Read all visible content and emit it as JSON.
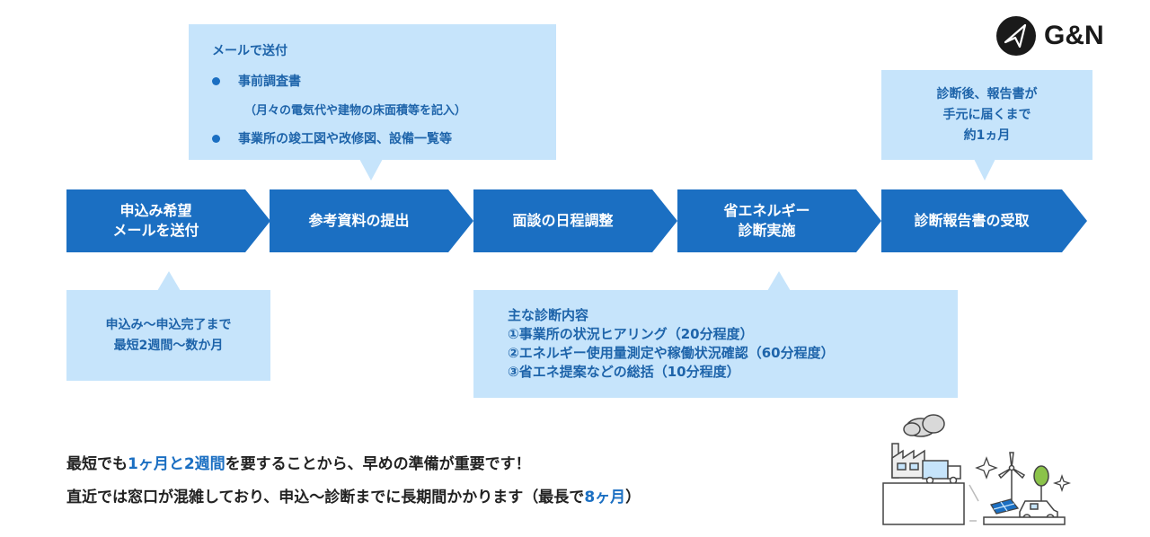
{
  "logo": {
    "text": "G&N"
  },
  "steps": [
    {
      "label_1": "申込み希望",
      "label_2": "メールを送付"
    },
    {
      "label_1": "参考資料の提出"
    },
    {
      "label_1": "面談の日程調整"
    },
    {
      "label_1": "省エネルギー",
      "label_2": "診断実施"
    },
    {
      "label_1": "診断報告書の受取"
    }
  ],
  "callouts": {
    "email": {
      "title": "メールで送付",
      "item_1": "事前調査書",
      "item_1_note": "（月々の電気代や建物の床面積等を記入）",
      "item_2": "事業所の竣工図や改修図、設備一覧等"
    },
    "apply": {
      "line_1": "申込み～申込完了まで",
      "line_2": "最短2週間～数か月"
    },
    "diagnosis": {
      "title": "主な診断内容",
      "item_1": "①事業所の状況ヒアリング（20分程度）",
      "item_2": "②エネルギー使用量測定や稼働状況確認（60分程度）",
      "item_3": "③省エネ提案などの総括（10分程度）"
    },
    "report": {
      "line_1": "診断後、報告書が",
      "line_2": "手元に届くまで",
      "line_3": "約1ヵ月"
    }
  },
  "bottom": {
    "line1_a": "最短でも",
    "line1_hl": "1ヶ月と2週間",
    "line1_b": "を要することから、早めの準備が重要です！",
    "line2_a": "直近では窓口が混雑しており、申込～診断までに長期間かかります（最長で",
    "line2_hl": "8ヶ月",
    "line2_b": "）"
  },
  "colors": {
    "primary": "#1b6fc2",
    "callout_bg": "#c6e4fb",
    "callout_text": "#1e64aa"
  },
  "icons": [
    "logo-icon",
    "factory-illustration",
    "eco-illustration"
  ]
}
